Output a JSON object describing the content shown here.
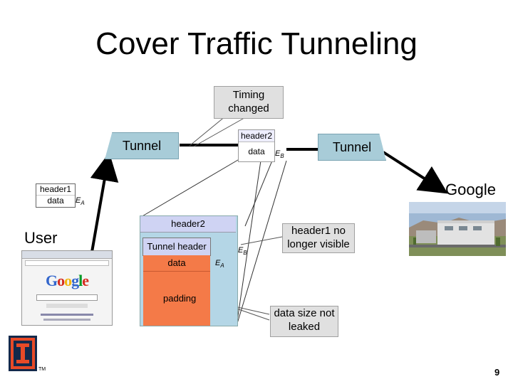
{
  "slide": {
    "title": "Cover Traffic Tunneling",
    "page_number": "9"
  },
  "callouts": {
    "timing": "Timing changed",
    "header1_hidden": "header1 no longer visible",
    "data_size": "data size not leaked"
  },
  "tunnel_left": {
    "label": "Tunnel"
  },
  "tunnel_right": {
    "label": "Tunnel"
  },
  "top_packet": {
    "header": "header2",
    "data": "data",
    "key": "E",
    "key_sub": "B"
  },
  "user_packet": {
    "header": "header1",
    "data": "data",
    "key": "E",
    "key_sub": "A"
  },
  "endpoints": {
    "user": "User",
    "google": "Google"
  },
  "expanded_packet": {
    "outer_header": "header2",
    "tunnel_header": "Tunnel header",
    "data": "data",
    "padding": "padding",
    "key_outer": "E",
    "key_outer_sub": "B",
    "key_inner": "E",
    "key_inner_sub": "A"
  },
  "logo": {
    "tm": "TM"
  },
  "colors": {
    "tunnel": "#a8ccd8",
    "outer_packet": "#b4d6e6",
    "header_box": "#cfd3f3",
    "data_box": "#f47a48",
    "callout": "#e0e0e0"
  }
}
